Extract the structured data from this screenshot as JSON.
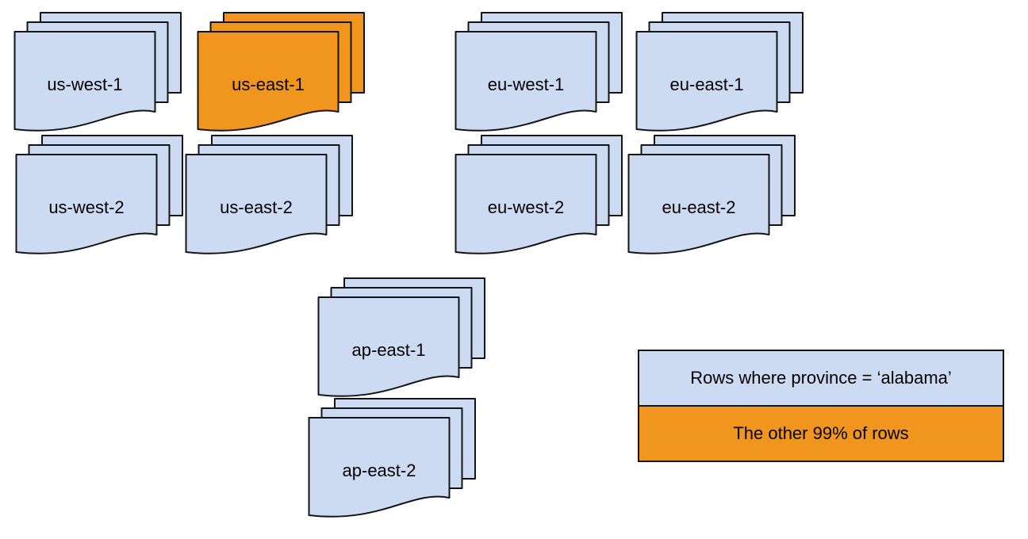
{
  "diagram": {
    "regions": [
      {
        "label": "us-west-1",
        "color": "#cddbf2"
      },
      {
        "label": "us-east-1",
        "color": "#f0961e"
      },
      {
        "label": "eu-west-1",
        "color": "#cddbf2"
      },
      {
        "label": "eu-east-1",
        "color": "#cddbf2"
      },
      {
        "label": "us-west-2",
        "color": "#cddbf2"
      },
      {
        "label": "us-east-2",
        "color": "#cddbf2"
      },
      {
        "label": "eu-west-2",
        "color": "#cddbf2"
      },
      {
        "label": "eu-east-2",
        "color": "#cddbf2"
      },
      {
        "label": "ap-east-1",
        "color": "#cddbf2"
      },
      {
        "label": "ap-east-2",
        "color": "#cddbf2"
      }
    ],
    "legend": {
      "items": [
        {
          "label": "Rows where province = ‘alabama’",
          "color": "#cddbf2"
        },
        {
          "label": "The other 99% of rows",
          "color": "#f0961e"
        }
      ]
    },
    "colors": {
      "document_blue": "#cddbf2",
      "highlight_orange": "#f0961e",
      "outline": "#141414",
      "background": "#ffffff"
    }
  }
}
